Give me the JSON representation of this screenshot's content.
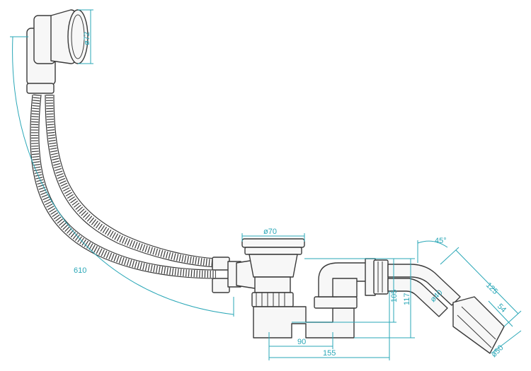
{
  "dimensions": {
    "overflow_diameter": "ø72",
    "outlet_diameter": "ø70",
    "hose_length": "610",
    "angle": "45°",
    "length_125": "125",
    "length_54": "54",
    "pipe_diameter_40": "ø40",
    "pipe_diameter_50": "ø50",
    "height_105": "105",
    "height_117": "117",
    "width_90": "90",
    "width_155": "155"
  },
  "colors": {
    "dimension": "#2aa7b7",
    "line": "#3a3a3a"
  }
}
